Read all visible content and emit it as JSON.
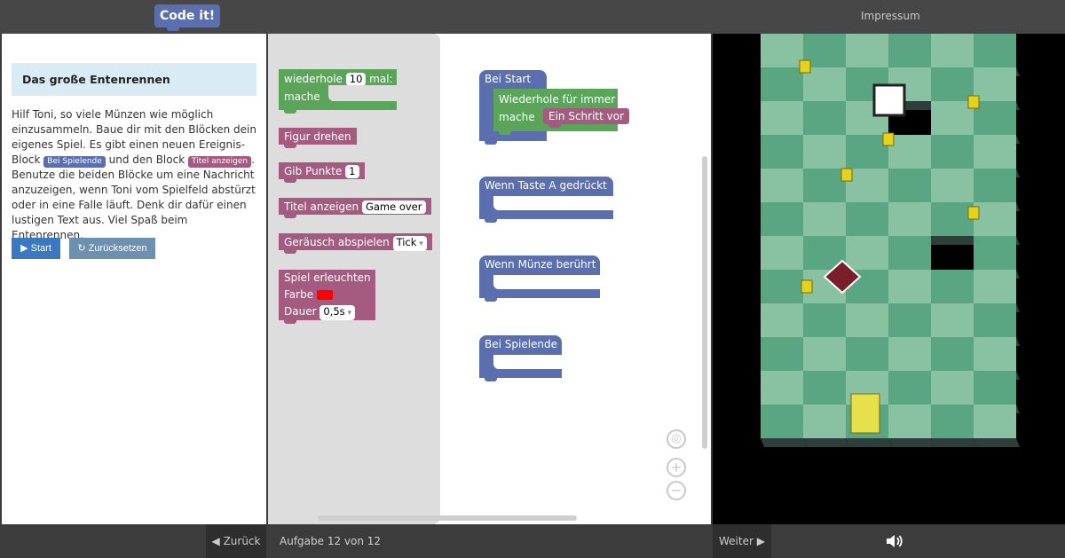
{
  "header": {
    "logo": "Code it!",
    "impressum": "Impressum"
  },
  "instructions": {
    "title": "Das große Entenrennen",
    "text_1": "Hilf Toni, so viele Münzen wie möglich einzusammeln. Baue dir mit den Blöcken dein eigenes Spiel. Es gibt einen neuen Ereignis-Block ",
    "inline_block_1": "Bei Spielende",
    "text_2": " und den Block ",
    "inline_block_2": "Titel anzeigen",
    "text_3": ". Benutze die beiden Blöcke um eine Nachricht anzuzeigen, wenn Toni vom Spielfeld abstürzt oder in eine Falle läuft. Denk dir dafür einen lustigen Text aus. Viel Spaß beim Entenrennen.",
    "start_label": "Start",
    "reset_label": "Zurücksetzen"
  },
  "toolbox": {
    "repeat_1": "wiederhole",
    "repeat_count": "10",
    "repeat_2": "mal:",
    "repeat_do": "mache",
    "turn": "Figur drehen",
    "points_label": "Gib Punkte",
    "points_value": "1",
    "title_label": "Titel anzeigen",
    "title_value": "Game over",
    "sound_label": "Geräusch abspielen",
    "sound_value": "Tick",
    "light_label": "Spiel erleuchten",
    "color_label": "Farbe",
    "duration_label": "Dauer",
    "duration_value": "0,5s"
  },
  "workspace": {
    "on_start": "Bei Start",
    "forever": "Wiederhole für immer",
    "do": "mache",
    "step": "Ein Schritt vor",
    "key_a": "Wenn Taste A gedrückt",
    "coin": "Wenn Münze berührt",
    "game_end": "Bei Spielende"
  },
  "footer": {
    "back": "Zurück",
    "task": "Aufgabe 12 von 12",
    "next": "Weiter"
  },
  "colors": {
    "event_blue": "#5b6fae",
    "loop_green": "#5ba55b",
    "action_pink": "#a55b80",
    "tile_light": "#88c2a2",
    "tile_dark": "#5aa582"
  },
  "icons": {
    "start": "play-icon",
    "reset": "reload-icon",
    "back": "chevron-left-icon",
    "next": "chevron-right-icon",
    "sound": "speaker-icon",
    "center": "crosshair-icon",
    "zoom_in": "plus-icon",
    "zoom_out": "minus-icon"
  }
}
